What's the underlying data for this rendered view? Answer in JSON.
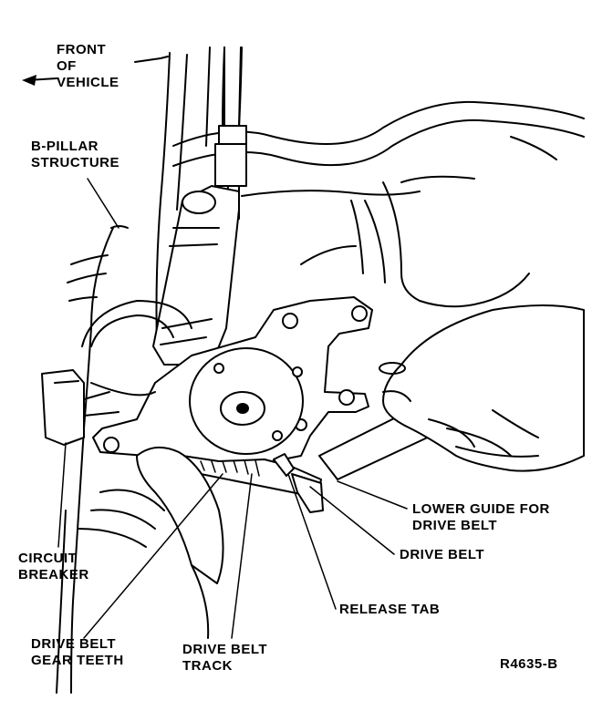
{
  "diagram": {
    "labels": {
      "front_of_vehicle": [
        "FRONT",
        "OF",
        "VEHICLE"
      ],
      "b_pillar": [
        "B-PILLAR",
        "STRUCTURE"
      ],
      "circuit_breaker": [
        "CIRCUIT",
        "BREAKER"
      ],
      "lower_guide": [
        "LOWER GUIDE FOR",
        "DRIVE BELT"
      ],
      "drive_belt": "DRIVE BELT",
      "release_tab": "RELEASE TAB",
      "gear_teeth": [
        "DRIVE BELT",
        "GEAR TEETH"
      ],
      "belt_track": [
        "DRIVE BELT",
        "TRACK"
      ],
      "figure_id": "R4635-B"
    },
    "icons": {
      "direction_arrow": "arrow-left-icon"
    }
  }
}
